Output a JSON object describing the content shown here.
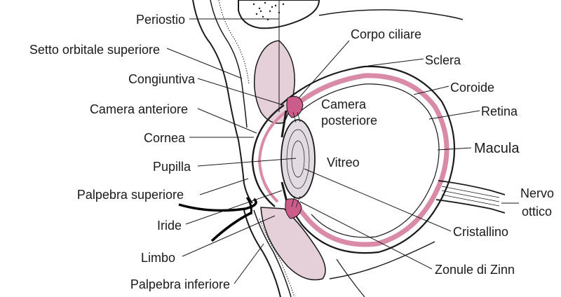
{
  "colors": {
    "line": "#1a1a1a",
    "pink_fill": "#e5cfd8",
    "choroid": "#d98aa6",
    "ciliary": "#cc5d8a",
    "lens": "#e3dbe2",
    "background": "#ffffff"
  },
  "labels_left": [
    {
      "id": "periostio",
      "text": "Periostio"
    },
    {
      "id": "setto-orbitale-superiore",
      "text": "Setto orbitale superiore"
    },
    {
      "id": "congiuntiva",
      "text": "Congiuntiva"
    },
    {
      "id": "camera-anteriore",
      "text": "Camera anteriore"
    },
    {
      "id": "cornea",
      "text": "Cornea"
    },
    {
      "id": "pupilla",
      "text": "Pupilla"
    },
    {
      "id": "palpebra-superiore",
      "text": "Palpebra superiore"
    },
    {
      "id": "iride",
      "text": "Iride"
    },
    {
      "id": "limbo",
      "text": "Limbo"
    },
    {
      "id": "palpebra-inferiore",
      "text": "Palpebra inferiore"
    }
  ],
  "labels_right": [
    {
      "id": "corpo-ciliare",
      "text": "Corpo ciliare"
    },
    {
      "id": "sclera",
      "text": "Sclera"
    },
    {
      "id": "coroide",
      "text": "Coroide"
    },
    {
      "id": "retina",
      "text": "Retina"
    },
    {
      "id": "macula",
      "text": "Macula"
    },
    {
      "id": "nervo",
      "text": "Nervo"
    },
    {
      "id": "ottico",
      "text": "ottico"
    },
    {
      "id": "cristallino",
      "text": "Cristallino"
    },
    {
      "id": "zonule-di-zinn",
      "text": "Zonule di Zinn"
    }
  ],
  "labels_inner": [
    {
      "id": "camera",
      "text": "Camera"
    },
    {
      "id": "posteriore",
      "text": "posteriore"
    },
    {
      "id": "vitreo",
      "text": "Vitreo"
    }
  ]
}
